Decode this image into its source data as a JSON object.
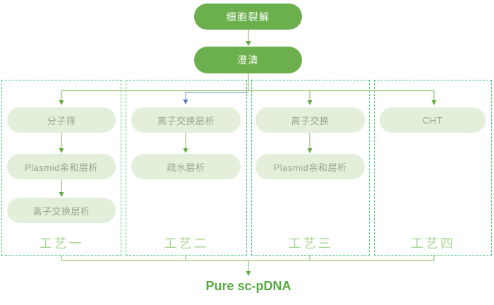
{
  "flow": {
    "top_nodes": [
      {
        "label": "细胞裂解"
      },
      {
        "label": "澄清"
      }
    ],
    "processes": [
      {
        "name": "工艺一",
        "steps": [
          "分子筛",
          "Plasmid亲和层析",
          "离子交换层析"
        ]
      },
      {
        "name": "工艺二",
        "steps": [
          "离子交换层析",
          "疏水层析"
        ]
      },
      {
        "name": "工艺三",
        "steps": [
          "离子交换",
          "Plasmid亲和层析"
        ]
      },
      {
        "name": "工艺四",
        "steps": [
          "CHT"
        ]
      }
    ],
    "result_label": "Pure sc-pDNA"
  },
  "colors": {
    "dark_node_fill": "#6cb04e",
    "dark_node_text": "#ffffff",
    "light_node_fill": "#e3efda",
    "light_node_text": "#98a691",
    "dashed_border": "#3ec873",
    "process_label": "#a9d693",
    "connector_green": "#9cc47e",
    "arrowhead_green": "#62ab43",
    "connector_blue": "#8aa8dc",
    "arrowhead_blue": "#5578cc",
    "result_text": "#56a83f"
  }
}
